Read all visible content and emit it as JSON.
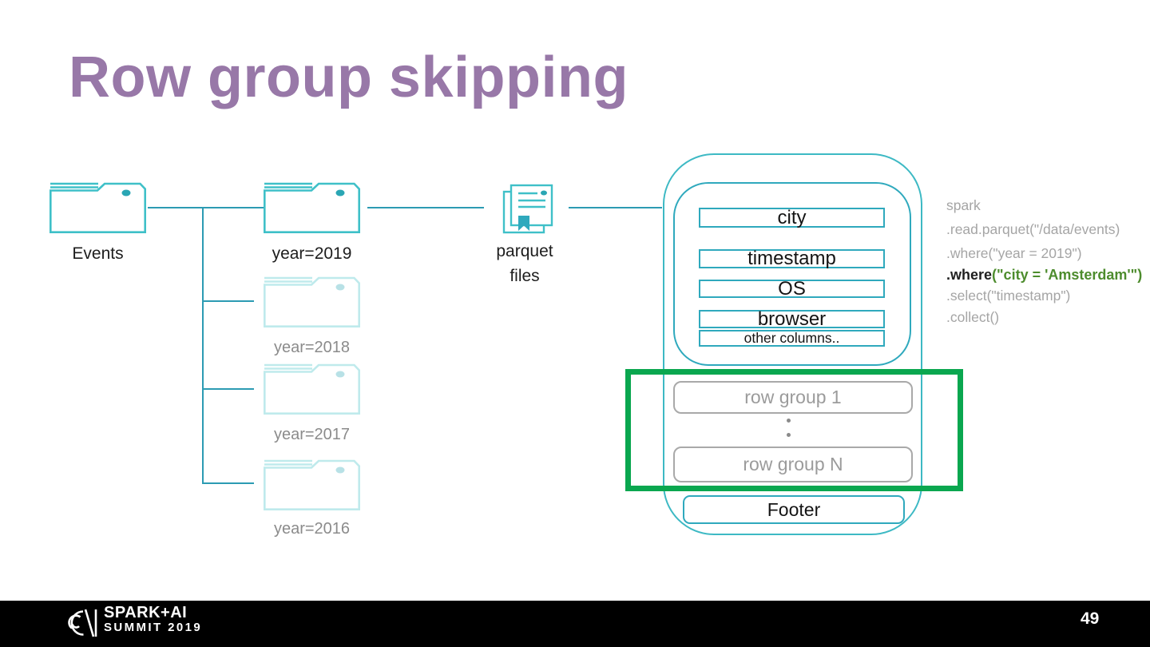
{
  "slide": {
    "title": "Row group skipping",
    "page_number": "49"
  },
  "colors": {
    "title_purple": "#9878a8",
    "teal_icon": "#3fc0c8",
    "teal_line": "#2c9bb3",
    "teal_box_border": "#2fa9bd",
    "green_highlight": "#0aa74f",
    "code_green": "#4d8c2d",
    "code_gray": "#a5a5a5",
    "faded_label_gray": "#8b8b8b",
    "rowgroup_gray": "#9b9b9b"
  },
  "tree": {
    "root": {
      "label": "Events"
    },
    "children": [
      {
        "label": "year=2019",
        "active": true
      },
      {
        "label": "year=2018",
        "active": false
      },
      {
        "label": "year=2017",
        "active": false
      },
      {
        "label": "year=2016",
        "active": false
      }
    ]
  },
  "parquet_icon": {
    "label_line1": "parquet",
    "label_line2": "files"
  },
  "file_structure": {
    "columns": [
      "city",
      "timestamp",
      "OS",
      "browser"
    ],
    "other_columns_label": "other columns..",
    "row_group_first": "row group 1",
    "row_group_last": "row group N",
    "ellipsis_dots": [
      ".",
      "."
    ],
    "footer_label": "Footer"
  },
  "code": {
    "lines": [
      {
        "text": "spark"
      },
      {
        "text": ".read.parquet(\"/data/events)"
      },
      {
        "text": ".where(\"year = 2019\")"
      },
      {
        "method": ".where",
        "args": "(\"city = 'Amsterdam'\")"
      },
      {
        "text": ".select(\"timestamp\")"
      },
      {
        "text": ".collect()"
      }
    ]
  },
  "footer_bar": {
    "logo_line1": "SPARK+AI",
    "logo_line2": "SUMMIT 2019"
  }
}
